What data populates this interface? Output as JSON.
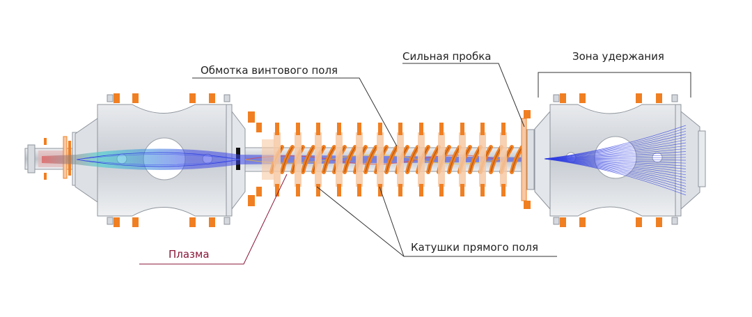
{
  "labels": {
    "helical_winding": "Обмотка винтового поля",
    "strong_plug": "Сильная пробка",
    "confinement_zone": "Зона удержания",
    "plasma": "Плазма",
    "straight_field_coils": "Катушки прямого поля"
  },
  "colors": {
    "coil": "#f07f22",
    "coil_light": "#f6c9a5",
    "coil_dark": "#b85a12",
    "vessel": "#cfd3da",
    "vessel_dark": "#8e949c",
    "plasma_blue": "#2f3ee0",
    "plasma_red": "#e03c3c",
    "plasma_label": "#8a1538",
    "leader_line": "#333333"
  }
}
